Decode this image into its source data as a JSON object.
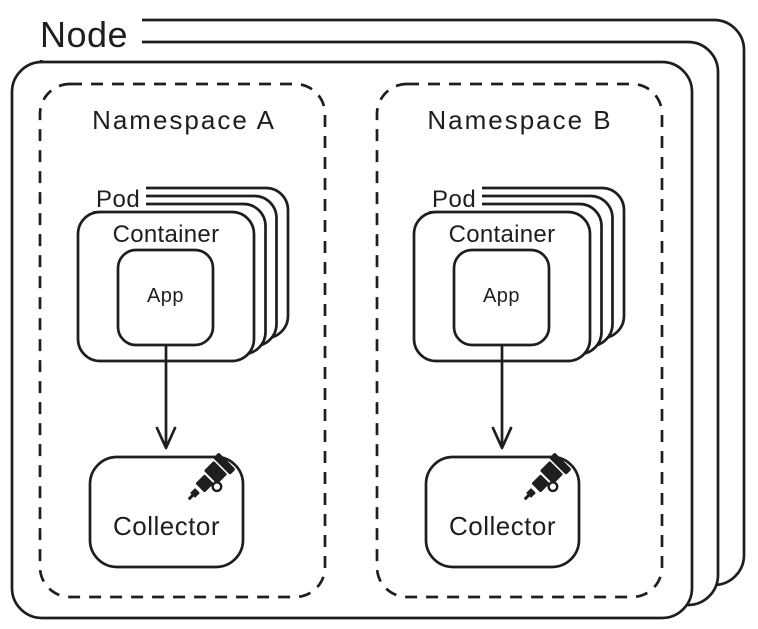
{
  "node": {
    "label": "Node"
  },
  "namespaces": [
    {
      "label": "Namespace A",
      "pod_label": "Pod",
      "container_label": "Container",
      "app_label": "App",
      "collector_label": "Collector"
    },
    {
      "label": "Namespace B",
      "pod_label": "Pod",
      "container_label": "Container",
      "app_label": "App",
      "collector_label": "Collector"
    }
  ],
  "colors": {
    "stroke": "#1e1e1e",
    "background": "#ffffff"
  },
  "icons": {
    "collector_icon": "telescope-icon"
  }
}
